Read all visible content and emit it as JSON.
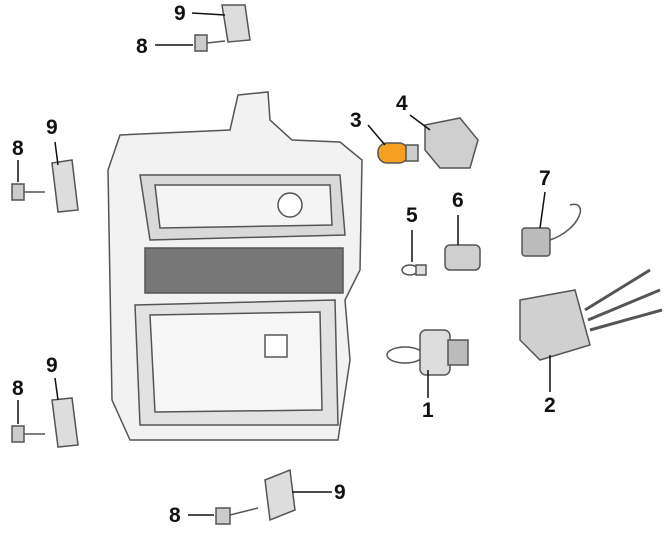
{
  "diagram": {
    "callouts": [
      {
        "label": "9"
      },
      {
        "label": "8"
      },
      {
        "label": "8"
      },
      {
        "label": "9"
      },
      {
        "label": "3"
      },
      {
        "label": "4"
      },
      {
        "label": "5"
      },
      {
        "label": "6"
      },
      {
        "label": "7"
      },
      {
        "label": "1"
      },
      {
        "label": "2"
      },
      {
        "label": "8"
      },
      {
        "label": "9"
      },
      {
        "label": "8"
      },
      {
        "label": "9"
      }
    ],
    "colors": {
      "bulb_amber": "#f5a020",
      "outline": "#555555",
      "housing": "#e8e8e8"
    }
  }
}
